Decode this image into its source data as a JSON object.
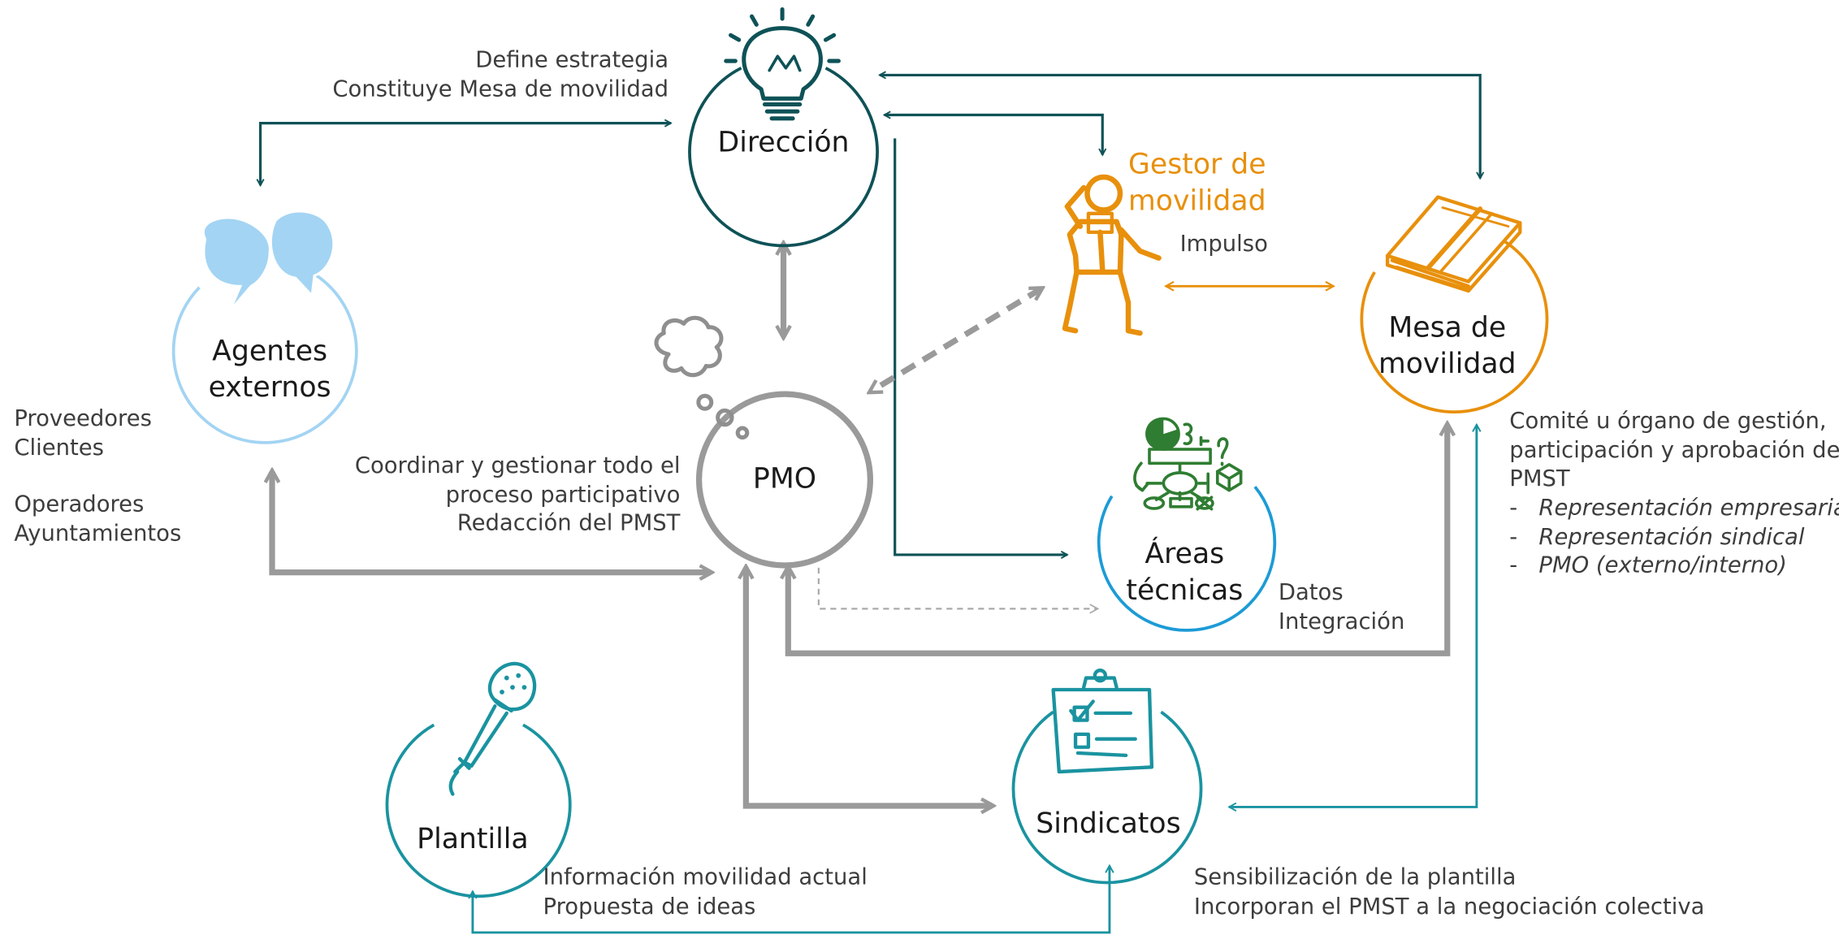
{
  "colors": {
    "direccion": "#0e5257",
    "gestor": "#e8900c",
    "mesa": "#e8900c",
    "pmo": "#9a9a9a",
    "areas": "#1c9bd6",
    "agentes": "#a3d4f3",
    "teal": "#1a93a0",
    "green": "#2f7d32",
    "text": "#3d3d3d"
  },
  "nodes": {
    "direccion": "Dirección",
    "gestor_line1": "Gestor de",
    "gestor_line2": "movilidad",
    "mesa_line1": "Mesa de",
    "mesa_line2": "movilidad",
    "agentes_line1": "Agentes",
    "agentes_line2": "externos",
    "pmo": "PMO",
    "areas_line1": "Áreas",
    "areas_line2": "técnicas",
    "plantilla": "Plantilla",
    "sindicatos": "Sindicatos"
  },
  "labels": {
    "direccion_1": "Define estrategia",
    "direccion_2": "Constituye Mesa de movilidad",
    "gestor_impulso": "Impulso",
    "agentes_1": "Proveedores",
    "agentes_2": "Clientes",
    "agentes_3": "Operadores",
    "agentes_4": "Ayuntamientos",
    "pmo_1": "Coordinar y gestionar todo el",
    "pmo_2": "proceso participativo",
    "pmo_3": "Redacción del PMST",
    "mesa_1": "Comité u órgano de gestión,",
    "mesa_2": "participación y  aprobación del",
    "mesa_3": "PMST",
    "mesa_item_1": "Representación empresarial",
    "mesa_item_2": "Representación sindical",
    "mesa_item_3": "PMO (externo/interno)",
    "dash": "-",
    "areas_1": "Datos",
    "areas_2": "Integración",
    "plantilla_1": "Información movilidad actual",
    "plantilla_2": "Propuesta de ideas",
    "sindicatos_1": "Sensibilización de la plantilla",
    "sindicatos_2": "Incorporan el PMST a la negociación colectiva"
  },
  "icons": {
    "direccion": "lightbulb-icon",
    "gestor": "thinking-person-icon",
    "mesa": "notebook-icon",
    "agentes": "speech-bubbles-icon",
    "pmo": "thought-cloud-icon",
    "areas": "flowchart-sketch-icon",
    "plantilla": "microphone-icon",
    "sindicatos": "clipboard-checklist-icon"
  }
}
